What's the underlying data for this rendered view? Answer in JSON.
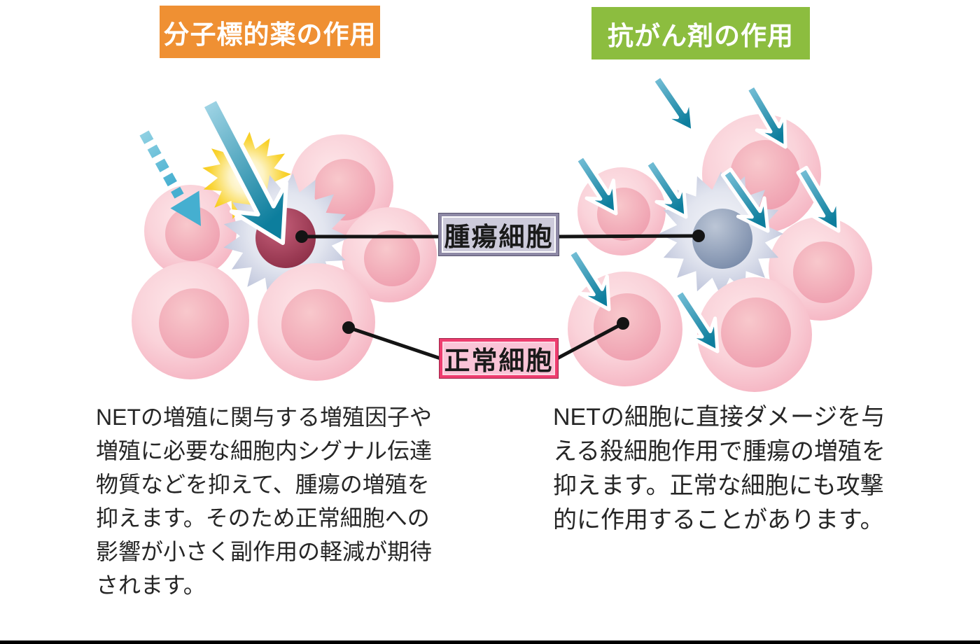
{
  "figure": {
    "left_badge": {
      "label": "分子標的薬の作用",
      "bg": "#EF9033",
      "text_color": "#FFFFFF"
    },
    "right_badge": {
      "label": "抗がん剤の作用",
      "bg": "#8CBD3F",
      "text_color": "#FFFFFF"
    },
    "tumor_label": {
      "text": "腫瘍細胞",
      "bg": "#CDCBDB",
      "border": "#8E89A6"
    },
    "normal_label": {
      "text": "正常細胞",
      "bg": "#FAC4D7",
      "border": "#EE3D6F"
    },
    "left_caption": "NETの増殖に関与する増殖因子や\n増殖に必要な細胞内シグナル伝達\n物質などを抑えて、腫瘍の増殖を\n抑えます。そのため正常細胞への\n影響が小さく副作用の軽減が期待\nされます。",
    "right_caption": "NETの細胞に直接ダメージを与\nえる殺細胞作用で腫瘍の増殖を\n抑えます。正常な細胞にも攻撃\n的に作用することがあります。",
    "icons": {
      "targeted-drug-arrow-icon": "large teal arrow striking tumor cell",
      "blocked-signal-dashed-arrow-icon": "dashed teal arrow deflected from normal cell",
      "impact-starburst-icon": "yellow burst at arrow impact point",
      "chemo-arrow-icon": "small teal arrows attacking all cells (8x)",
      "tumor-cell-icon": "gear-edged cell with dark nucleus",
      "normal-cell-icon": "round pink cell with nucleus"
    },
    "colors": {
      "arrow_teal_dark": "#0D7E9D",
      "arrow_teal_light": "#A9DAEA",
      "cell_pink_outer": "#F5B4C2",
      "cell_pink_inner": "#EFA0B0",
      "tumor_gear": "#B6BDD6",
      "tumor_nucleus_left": "#8E2F48",
      "tumor_nucleus_right": "#7A8CAA",
      "starburst_yellow": "#F6C60E",
      "connector_line": "#141414"
    }
  }
}
